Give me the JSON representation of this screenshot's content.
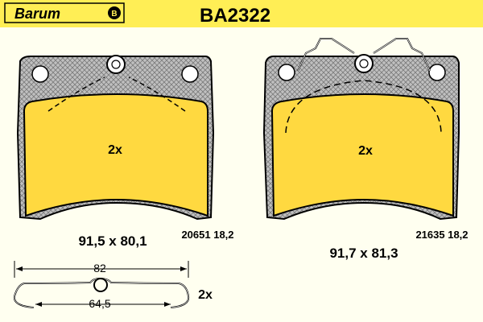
{
  "header": {
    "brand": "Barum",
    "part_number": "BA2322"
  },
  "colors": {
    "background": "#fffff0",
    "header_bar": "#ffee55",
    "pad_fill": "#ffd940",
    "backplate_fill": "#c0c0c0",
    "outline": "#000000"
  },
  "pads": [
    {
      "quantity": "2x",
      "dimensions": "91,5 x 80,1",
      "reference": "20651 18,2"
    },
    {
      "quantity": "2x",
      "dimensions": "91,7 x 81,3",
      "reference": "21635 18,2"
    }
  ],
  "spring": {
    "total_length": "82",
    "inner_length": "64,5",
    "quantity": "2x"
  }
}
